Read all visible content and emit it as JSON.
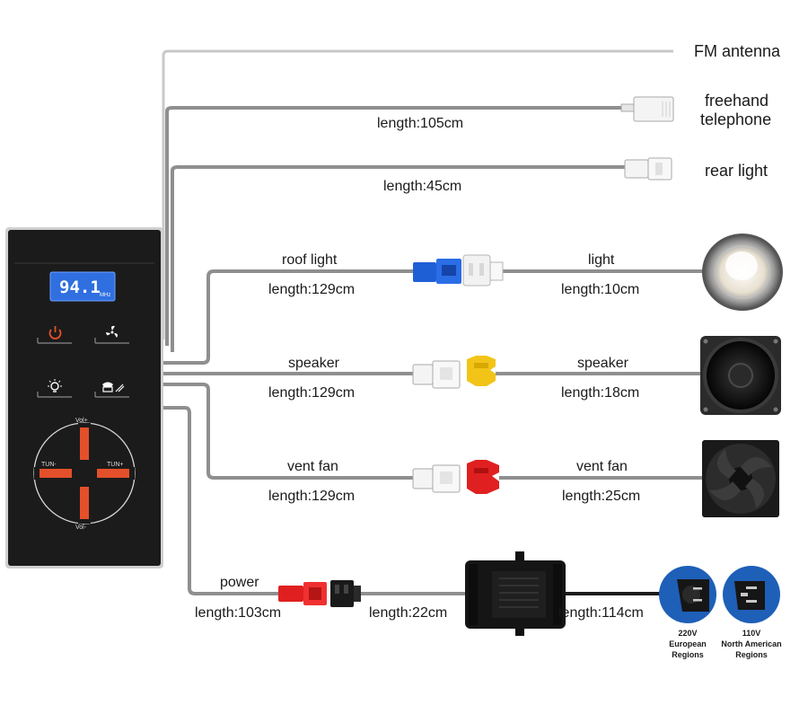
{
  "control_panel": {
    "display_frequency": "94.1",
    "display_unit": "MHz",
    "vol_up": "Vol+",
    "vol_down": "Vol-",
    "tun_left": "TUN-",
    "tun_right": "TUN+"
  },
  "connections": {
    "fm_antenna": {
      "label": "FM antenna"
    },
    "telephone": {
      "label_line1": "freehand",
      "label_line2": "telephone",
      "length": "length:105cm"
    },
    "rear_light": {
      "label": "rear light",
      "length": "length:45cm"
    },
    "roof_light": {
      "label": "roof light",
      "length": "length:129cm",
      "device_label": "light",
      "device_length": "length:10cm"
    },
    "speaker": {
      "label": "speaker",
      "length": "length:129cm",
      "device_label": "speaker",
      "device_length": "length:18cm"
    },
    "vent_fan": {
      "label": "vent fan",
      "length": "length:129cm",
      "device_label": "vent fan",
      "device_length": "length:25cm"
    },
    "power": {
      "label": "power",
      "length": "length:103cm",
      "adapter_in_length": "length:22cm",
      "adapter_out_length": "length:114cm"
    }
  },
  "plugs": {
    "eu": {
      "voltage": "220V",
      "region_line1": "European",
      "region_line2": "Regions"
    },
    "na": {
      "voltage": "110V",
      "region_line1": "North American",
      "region_line2": "Regions"
    }
  },
  "colors": {
    "panel": "#1b1b1b",
    "lcd": "#2f6fe0",
    "accent_red": "#e3502a",
    "wire": "#8f8f8f",
    "connector_blue": "#1f5fd6",
    "connector_yellow": "#f2c418",
    "connector_red": "#e02020"
  }
}
